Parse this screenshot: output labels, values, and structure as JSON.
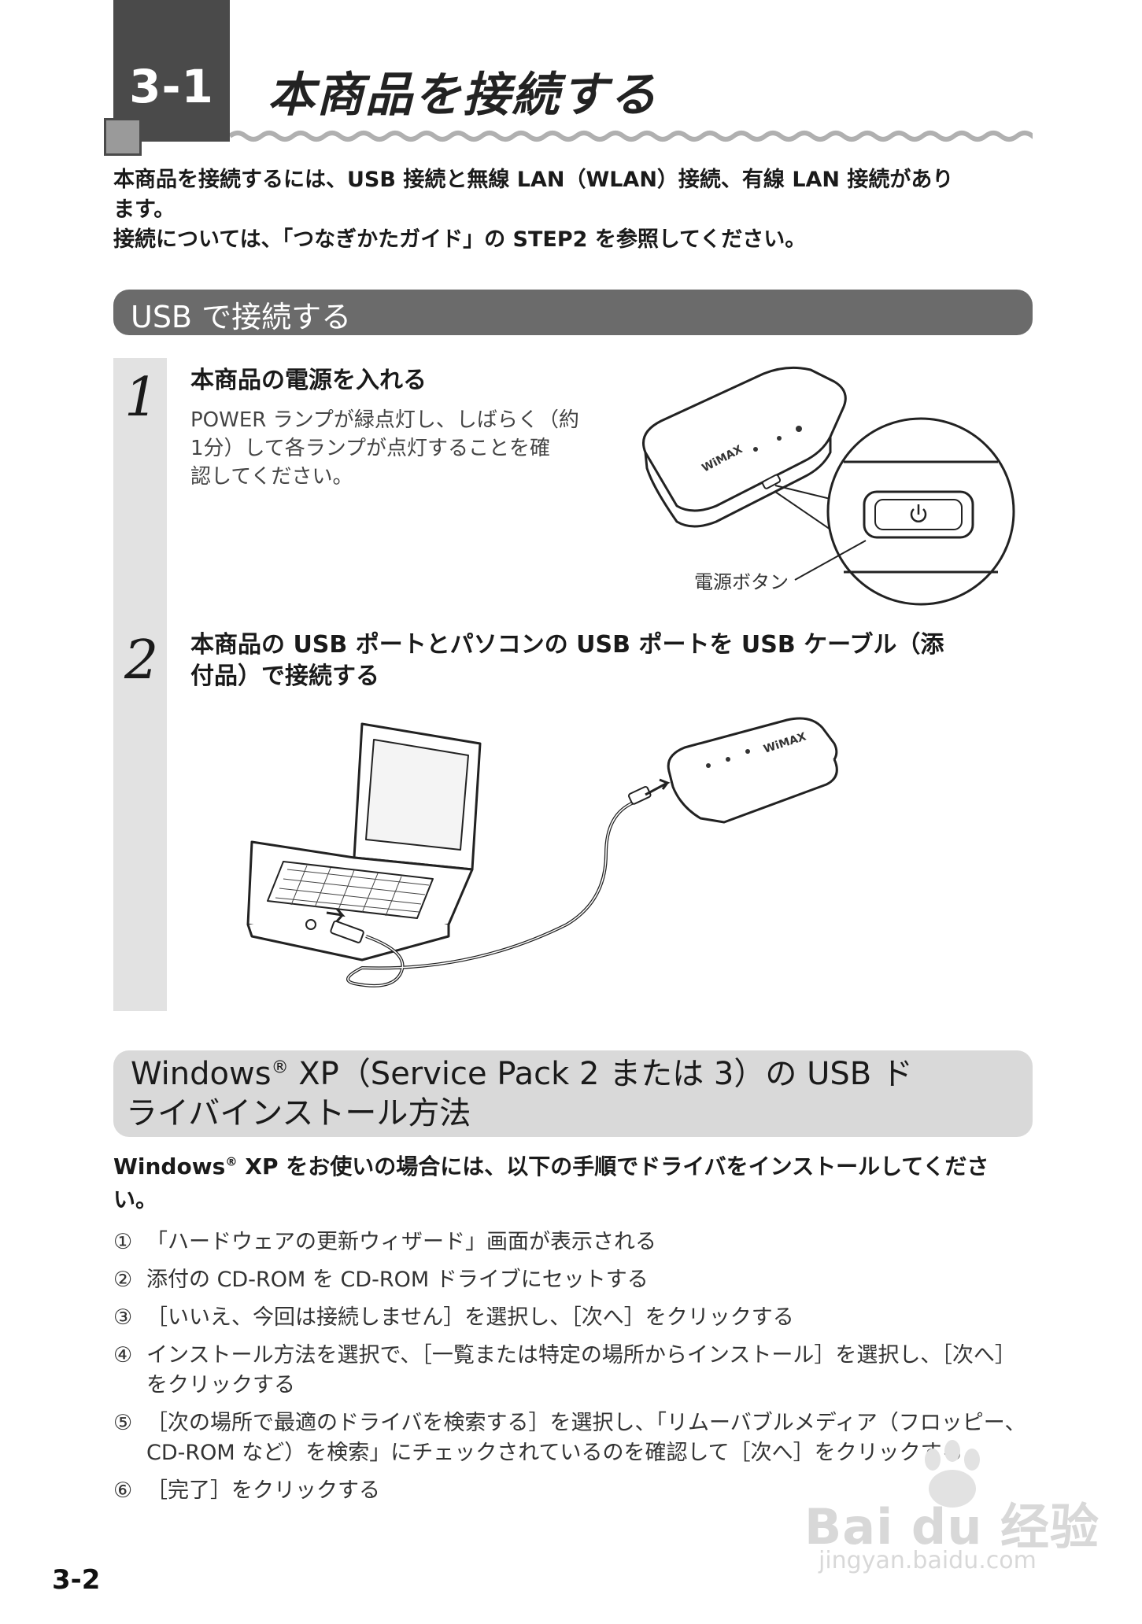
{
  "chapter": {
    "number": "3-1",
    "title": "本商品を接続する"
  },
  "intro": {
    "line1": "本商品を接続するには、USB 接続と無線 LAN（WLAN）接続、有線 LAN 接続があり",
    "line2": "ます。",
    "line3": "接続については、「つなぎかたガイド」の STEP2 を参照してください。"
  },
  "section_usb": {
    "label": "USB で接続する"
  },
  "step1": {
    "number": "1",
    "title": "本商品の電源を入れる",
    "body_line1": "POWER ランプが緑点灯し、しばらく（約",
    "body_line2": "1分）して各ランプが点灯することを確",
    "body_line3": "認してください。",
    "callout": "電源ボタン"
  },
  "step2": {
    "number": "2",
    "title_line1": "本商品の USB ポートとパソコンの USB ポートを USB ケーブル（添",
    "title_line2": "付品）で接続する"
  },
  "section_driver": {
    "line1_pre": "Windows",
    "reg": "®",
    "line1_post": " XP（Service Pack 2 または 3）の USB ド",
    "line2": "ライバインストール方法"
  },
  "lead": {
    "pre": "Windows",
    "reg": "®",
    "post": " XP をお使いの場合には、以下の手順でドライバをインストールしてくださ",
    "line2": "い。"
  },
  "items": [
    {
      "mark": "①",
      "text": "「ハードウェアの更新ウィザード」画面が表示される"
    },
    {
      "mark": "②",
      "text": "添付の CD-ROM を CD-ROM ドライブにセットする"
    },
    {
      "mark": "③",
      "text": "［いいえ、今回は接続しません］を選択し、［次へ］をクリックする"
    },
    {
      "mark": "④",
      "text": "インストール方法を選択で、［一覧または特定の場所からインストール］を選択し、［次へ］",
      "text2": "をクリックする"
    },
    {
      "mark": "⑤",
      "text": "［次の場所で最適のドライバを検索する］を選択し、「リムーバブルメディア（フロッピー、",
      "text2": "CD-ROM など）を検索」にチェックされているのを確認して［次へ］をクリックする"
    },
    {
      "mark": "⑥",
      "text": "［完了］をクリックする"
    }
  ],
  "page_number": "3-2",
  "watermark": {
    "brand": "Bai du 经验",
    "url": "jingyan.baidu.com"
  },
  "device_label": "WiMAX"
}
